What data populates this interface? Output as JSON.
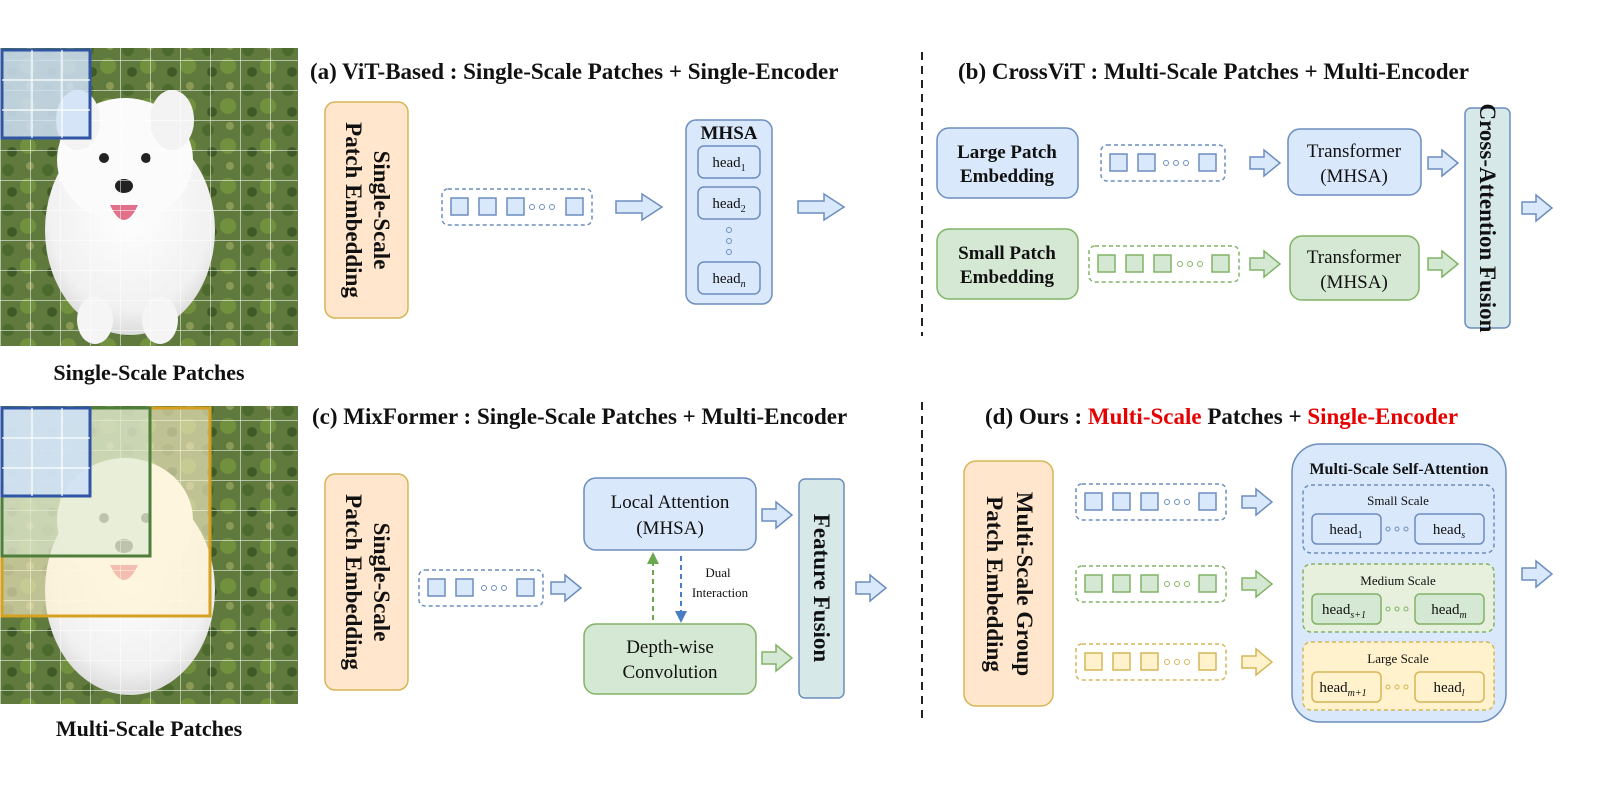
{
  "left_images": {
    "single_caption": "Single-Scale Patches",
    "multi_caption": "Multi-Scale Patches"
  },
  "panel_a": {
    "title": "(a) ViT-Based : Single-Scale Patches + Single-Encoder",
    "embed_lines": [
      "Single-Scale",
      "Patch Embedding"
    ],
    "mhsa_title": "MHSA",
    "heads": [
      {
        "base": "head",
        "sub": "1"
      },
      {
        "base": "head",
        "sub": "2"
      },
      {
        "base": "head",
        "sub": "n"
      }
    ]
  },
  "panel_b": {
    "title": "(b) CrossViT : Multi-Scale Patches + Multi-Encoder",
    "large_embed": [
      "Large Patch",
      "Embedding"
    ],
    "small_embed": [
      "Small Patch",
      "Embedding"
    ],
    "transformer": [
      "Transformer",
      "(MHSA)"
    ],
    "fusion": "Cross-Attention Fusion"
  },
  "panel_c": {
    "title": "(c) MixFormer : Single-Scale Patches + Multi-Encoder",
    "embed_lines": [
      "Single-Scale",
      "Patch Embedding"
    ],
    "local_attention": [
      "Local Attention",
      "(MHSA)"
    ],
    "depthwise": [
      "Depth-wise",
      "Convolution"
    ],
    "dual": [
      "Dual",
      "Interaction"
    ],
    "fusion": "Feature Fusion"
  },
  "panel_d": {
    "title_prefix": "(d) Ours : ",
    "title_red1": "Multi-Scale",
    "title_mid": " Patches + ",
    "title_red2": "Single-Encoder",
    "embed_lines": [
      "Multi-Scale Group",
      "Patch Embedding"
    ],
    "msa_title": "Multi-Scale Self-Attention",
    "scales": [
      {
        "label": "Small Scale",
        "head_a": {
          "base": "head",
          "sub": "1"
        },
        "head_b": {
          "base": "head",
          "sub": "s"
        }
      },
      {
        "label": "Medium Scale",
        "head_a": {
          "base": "head",
          "sub": "s+1"
        },
        "head_b": {
          "base": "head",
          "sub": "m"
        }
      },
      {
        "label": "Large Scale",
        "head_a": {
          "base": "head",
          "sub": "m+1"
        },
        "head_b": {
          "base": "head",
          "sub": "l"
        }
      }
    ]
  },
  "colors": {
    "blue_fill": "#dae8fc",
    "blue_stroke": "#6c8ebf",
    "green_fill": "#d5e8d4",
    "green_stroke": "#82b366",
    "orange_fill": "#ffe6cc",
    "orange_stroke": "#d6b656",
    "yellow_fill": "#fff2cc",
    "yellow_stroke": "#d6b656",
    "red": "#e60000"
  }
}
